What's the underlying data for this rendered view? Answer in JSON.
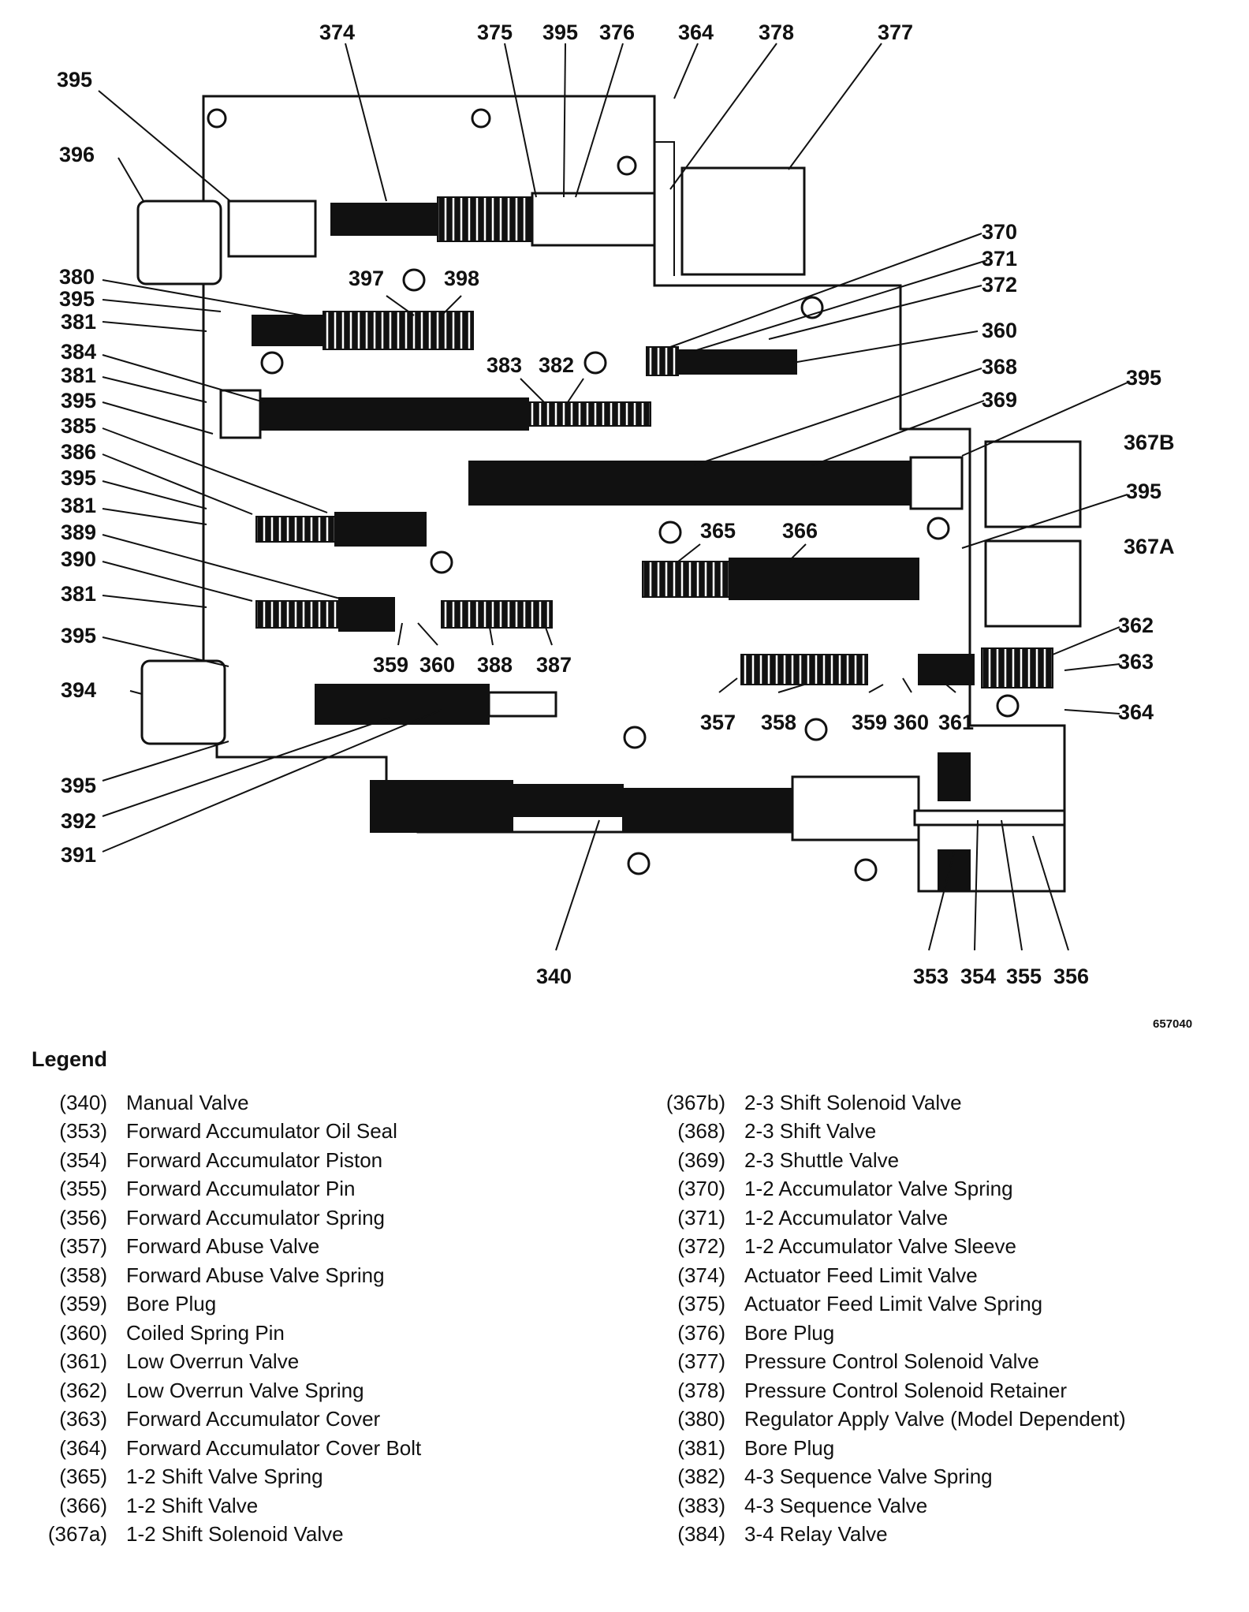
{
  "figure_id": "657040",
  "legend_title": "Legend",
  "callouts": {
    "c374": "374",
    "c375": "375",
    "c395top": "395",
    "c376": "376",
    "c364top": "364",
    "c378": "378",
    "c377": "377",
    "c395a": "395",
    "c396": "396",
    "c380": "380",
    "c395b": "395",
    "c381a": "381",
    "c384": "384",
    "c381b": "381",
    "c395c": "395",
    "c385": "385",
    "c386": "386",
    "c395d": "395",
    "c381c": "381",
    "c389": "389",
    "c390": "390",
    "c381d": "381",
    "c395e": "395",
    "c394": "394",
    "c395f": "395",
    "c392": "392",
    "c391": "391",
    "c397": "397",
    "c398": "398",
    "c383": "383",
    "c382": "382",
    "c370": "370",
    "c371": "371",
    "c372": "372",
    "c360a": "360",
    "c368": "368",
    "c369": "369",
    "c395g": "395",
    "c367B": "367B",
    "c395h": "395",
    "c367A": "367A",
    "c365": "365",
    "c366": "366",
    "c359a": "359",
    "c360b": "360",
    "c388": "388",
    "c387": "387",
    "c362": "362",
    "c363": "363",
    "c364b": "364",
    "c357": "357",
    "c358": "358",
    "c359b": "359",
    "c360c": "360",
    "c361": "361",
    "c340": "340",
    "c353": "353",
    "c354": "354",
    "c355": "355",
    "c356": "356"
  },
  "legend_left": [
    {
      "code": "(340)",
      "desc": "Manual Valve"
    },
    {
      "code": "(353)",
      "desc": "Forward Accumulator Oil Seal"
    },
    {
      "code": "(354)",
      "desc": "Forward Accumulator Piston"
    },
    {
      "code": "(355)",
      "desc": "Forward Accumulator Pin"
    },
    {
      "code": "(356)",
      "desc": "Forward Accumulator Spring"
    },
    {
      "code": "(357)",
      "desc": "Forward Abuse Valve"
    },
    {
      "code": "(358)",
      "desc": "Forward Abuse Valve Spring"
    },
    {
      "code": "(359)",
      "desc": "Bore Plug"
    },
    {
      "code": "(360)",
      "desc": "Coiled Spring Pin"
    },
    {
      "code": "(361)",
      "desc": "Low Overrun Valve"
    },
    {
      "code": "(362)",
      "desc": "Low Overrun Valve Spring"
    },
    {
      "code": "(363)",
      "desc": "Forward Accumulator Cover"
    },
    {
      "code": "(364)",
      "desc": "Forward Accumulator Cover Bolt"
    },
    {
      "code": "(365)",
      "desc": "1-2 Shift Valve Spring"
    },
    {
      "code": "(366)",
      "desc": "1-2 Shift Valve"
    },
    {
      "code": "(367a)",
      "desc": "1-2 Shift Solenoid Valve"
    }
  ],
  "legend_right": [
    {
      "code": "(367b)",
      "desc": "2-3 Shift Solenoid Valve"
    },
    {
      "code": "(368)",
      "desc": "2-3 Shift Valve"
    },
    {
      "code": "(369)",
      "desc": "2-3 Shuttle Valve"
    },
    {
      "code": "(370)",
      "desc": "1-2 Accumulator Valve Spring"
    },
    {
      "code": "(371)",
      "desc": "1-2 Accumulator Valve"
    },
    {
      "code": "(372)",
      "desc": "1-2 Accumulator Valve Sleeve"
    },
    {
      "code": "(374)",
      "desc": "Actuator Feed Limit Valve"
    },
    {
      "code": "(375)",
      "desc": "Actuator Feed Limit Valve Spring"
    },
    {
      "code": "(376)",
      "desc": "Bore Plug"
    },
    {
      "code": "(377)",
      "desc": "Pressure Control Solenoid Valve"
    },
    {
      "code": "(378)",
      "desc": "Pressure Control Solenoid Retainer"
    },
    {
      "code": "(380)",
      "desc": "Regulator Apply Valve (Model Dependent)"
    },
    {
      "code": "(381)",
      "desc": "Bore Plug"
    },
    {
      "code": "(382)",
      "desc": "4-3 Sequence Valve Spring"
    },
    {
      "code": "(383)",
      "desc": "4-3 Sequence Valve"
    },
    {
      "code": "(384)",
      "desc": "3-4 Relay Valve"
    }
  ]
}
